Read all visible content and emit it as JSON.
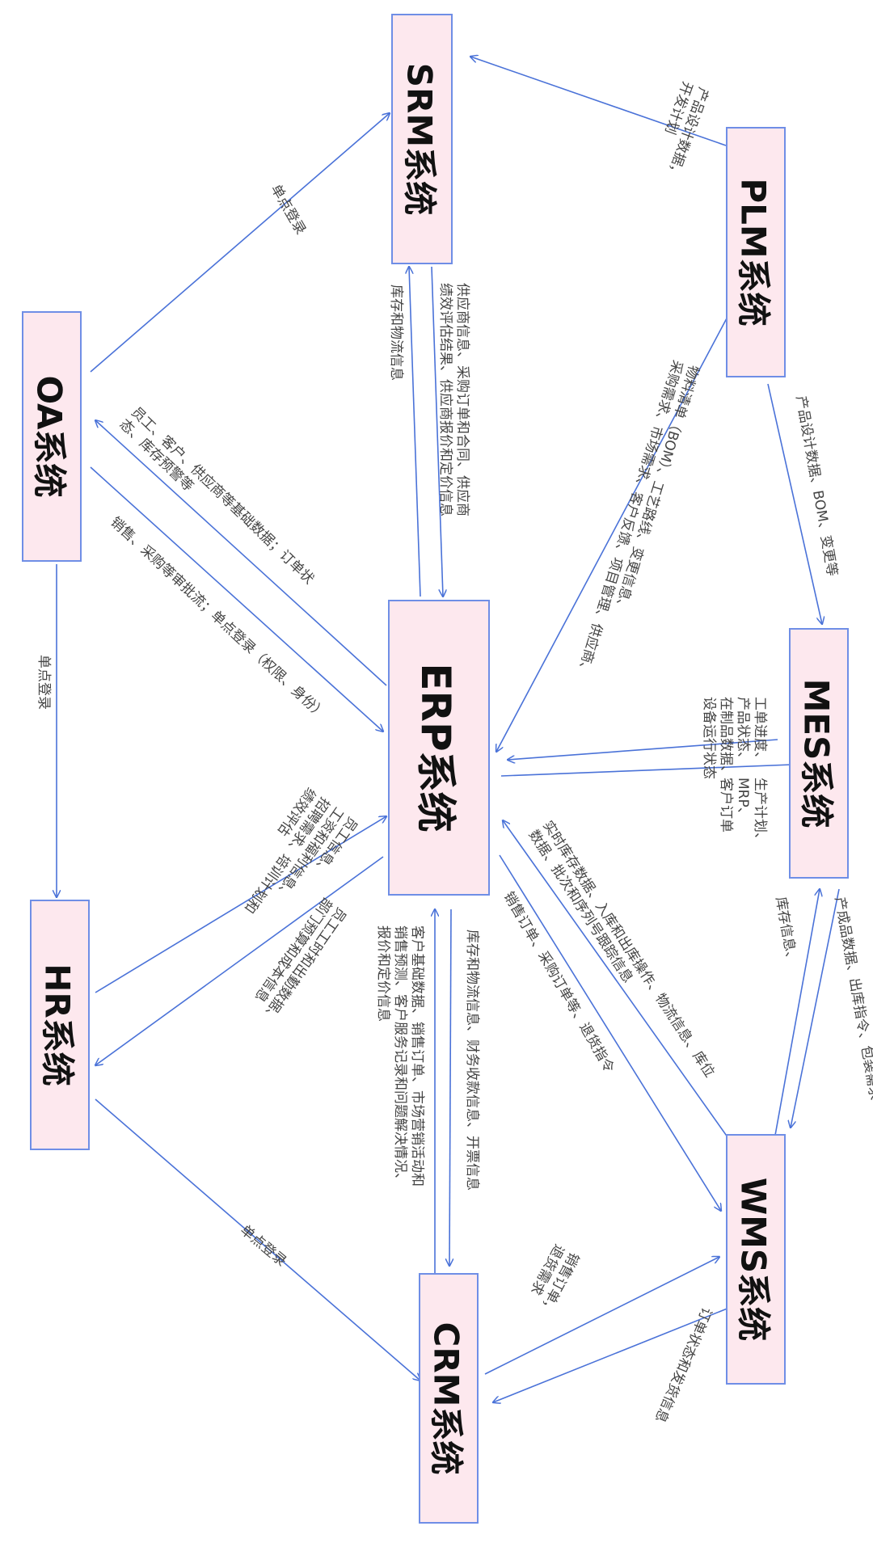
{
  "nodes": {
    "srm": "SRM系统",
    "plm": "PLM系统",
    "oa": "OA系统",
    "erp": "ERP系统",
    "mes": "MES系统",
    "hr": "HR系统",
    "wms": "WMS系统",
    "crm": "CRM系统"
  },
  "edges": {
    "plm_srm": [
      "产品设计数据，",
      "开发计划"
    ],
    "oa_srm": [
      "单点登录"
    ],
    "srm_erp": [
      "库存和物流信息"
    ],
    "erp_srm": [
      "供应商信息、采购订单和合同、供应商",
      "绩效评估结果、供应商报价和定价信息"
    ],
    "plm_erp": [
      "物料清单（BOM）、工艺路线、变更信息、",
      "采购需求、市场需求、客户反馈、项目管理、供应商、"
    ],
    "plm_mes": [
      "产品设计数据、BOM、变更等"
    ],
    "erp_oa": [
      "员工、客户、供应商等基础数据；订单状",
      "态、库存预警等"
    ],
    "oa_erp": [
      "销售、采购等审批流；单点登录（权限、身份）"
    ],
    "oa_hr": [
      "单点登录"
    ],
    "mes_erp": [
      "工单进度、",
      "产品状态、",
      "在制品数据、",
      "设备运行状态"
    ],
    "erp_mes": [
      "生产计划、",
      "MRP、",
      "客户订单"
    ],
    "hr_erp": [
      "员工信息、",
      "工资和福利信息、",
      "招聘需求、培训计划和",
      "绩效评估"
    ],
    "erp_hr": [
      "员工工时和出勤数据、",
      "部门预算和成本信息"
    ],
    "erp_wms": [
      "销售订单、采购订单等、退货指令"
    ],
    "wms_erp": [
      "实时库存数据、入库和出库操作、物流信息、库位",
      "数据、批次和序列号跟踪信息"
    ],
    "mes_wms": [
      "产成品数据、出库指令、包装需求"
    ],
    "wms_mes": [
      "库存信息、"
    ],
    "erp_crm": [
      "库存和物流信息、财务收款信息、开票信息"
    ],
    "crm_erp": [
      "客户基础数据、销售订单、市场营销活动和",
      "销售预测、客户服务记录和问题解决情况、",
      "报价和定价信息"
    ],
    "hr_crm": [
      "单点登录"
    ],
    "crm_wms": [
      "销售订单，",
      "退货需求"
    ],
    "wms_crm": [
      "订单状态和发货信息"
    ]
  }
}
